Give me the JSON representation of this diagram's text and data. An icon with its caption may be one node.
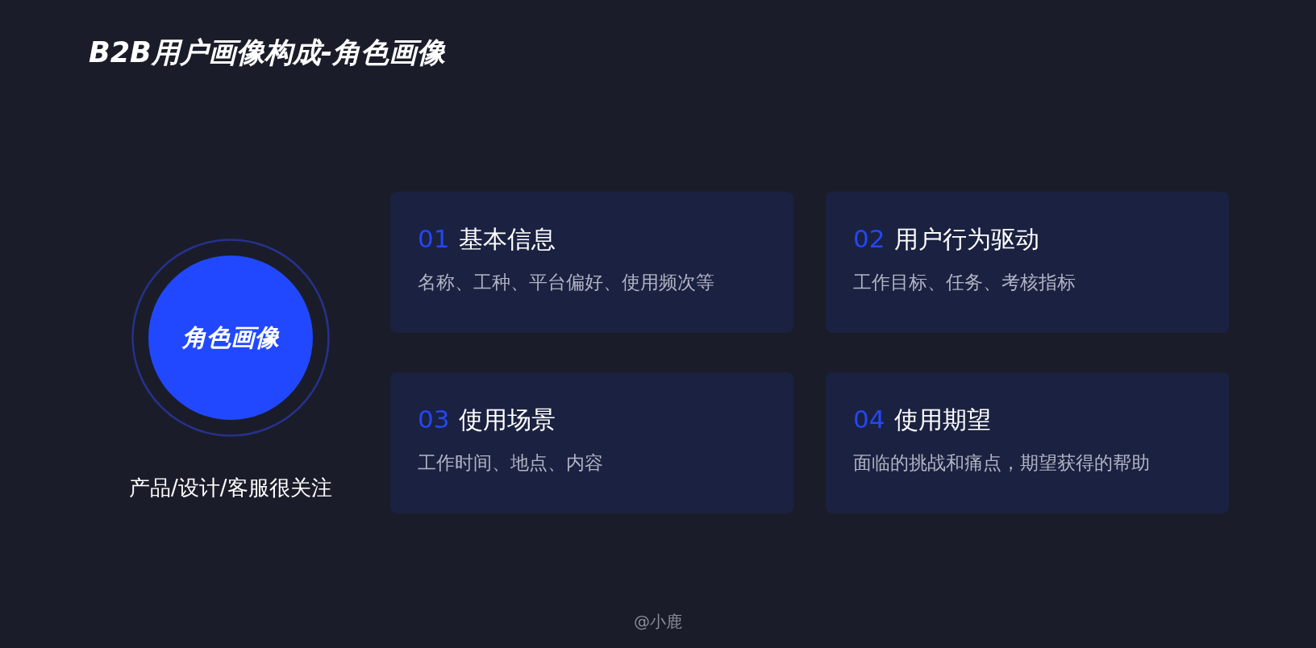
{
  "diagram": {
    "title": "B2B用户画像构成-角色画像",
    "nodes": [
      {
        "text": [
          "角色画像"
        ],
        "beside": [
          "产品/设计/客服很关注"
        ]
      },
      {
        "text": [
          "01",
          "基本信息",
          "名称、工种、平台偏好、使用频次等"
        ]
      },
      {
        "text": [
          "02",
          "用户行为驱动",
          "工作目标、任务、考核指标"
        ]
      },
      {
        "text": [
          "03",
          "使用场景",
          "工作时间、地点、内容"
        ]
      },
      {
        "text": [
          "04",
          "使用期望",
          "面临的挑战和痛点，期望获得的帮助"
        ]
      }
    ],
    "labels": [
      "@小鹿"
    ]
  }
}
